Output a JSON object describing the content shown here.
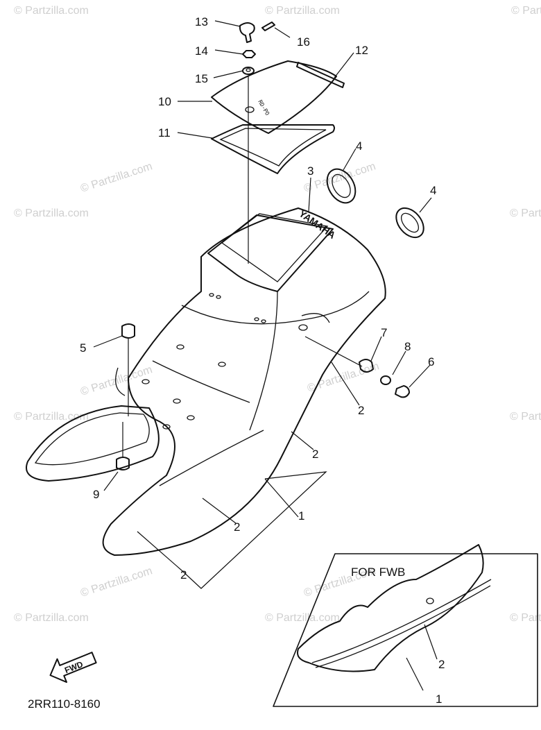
{
  "watermark": "© Partzilla.com",
  "callouts": {
    "c1": "1",
    "c1b": "1",
    "c2a": "2",
    "c2b": "2",
    "c2c": "2",
    "c2d": "2",
    "c2e": "2",
    "c3": "3",
    "c4a": "4",
    "c4b": "4",
    "c5": "5",
    "c6": "6",
    "c7": "7",
    "c8": "8",
    "c9": "9",
    "c10": "10",
    "c11": "11",
    "c12": "12",
    "c13": "13",
    "c14": "14",
    "c15": "15",
    "c16": "16"
  },
  "inset_title": "FOR FWB",
  "fwd_arrow": "FWD",
  "diagram_code": "2RR110-8160",
  "embossed_logo": "YAMAHA",
  "icons": [
    "fwd-arrow-icon"
  ]
}
